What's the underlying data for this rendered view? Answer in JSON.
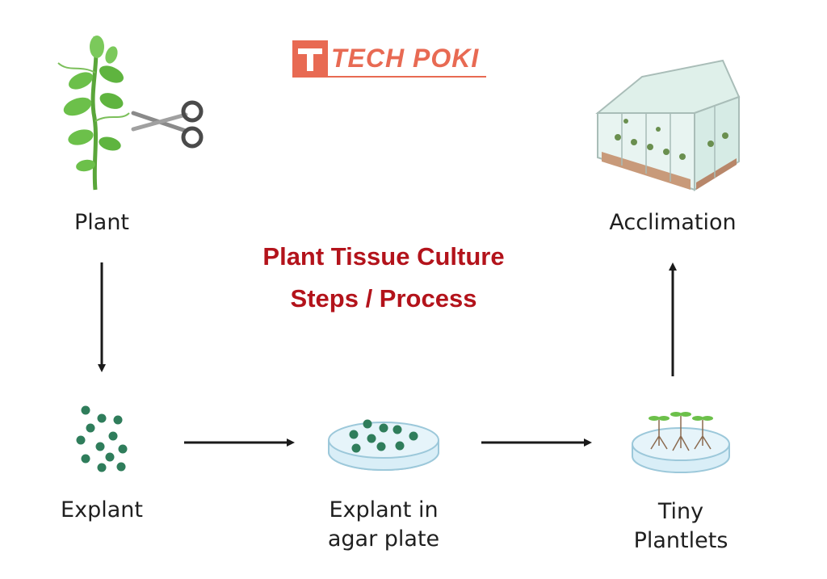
{
  "brand": {
    "logo_text": "TECH POKI",
    "color": "#e86a53"
  },
  "title": {
    "line1": "Plant Tissue Culture",
    "line2": "Steps / Process",
    "color": "#b3131b"
  },
  "steps": [
    {
      "id": "plant",
      "label": "Plant",
      "icon": "plant-with-scissors-icon"
    },
    {
      "id": "explant",
      "label": "Explant",
      "icon": "explant-dots-icon"
    },
    {
      "id": "agar",
      "label_line1": "Explant in",
      "label_line2": "agar plate",
      "icon": "petri-dish-explant-icon"
    },
    {
      "id": "plantlets",
      "label_line1": "Tiny",
      "label_line2": "Plantlets",
      "icon": "petri-dish-plantlets-icon"
    },
    {
      "id": "acclimation",
      "label": "Acclimation",
      "icon": "greenhouse-icon"
    }
  ],
  "colors": {
    "leaf": "#6cc04a",
    "dot": "#2f7d5b",
    "dish": "#cfe8f3",
    "arrow": "#1a1a1a"
  }
}
